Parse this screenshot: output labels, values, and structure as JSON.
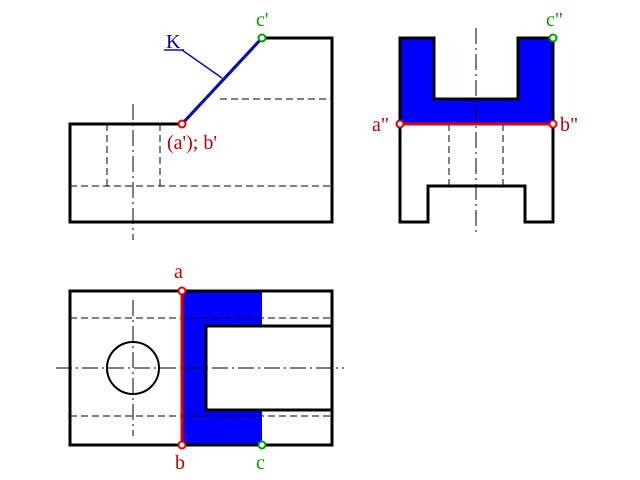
{
  "colors": {
    "section_fill": "#0000ff",
    "cut_line": "#e00000",
    "plane_line": "#0a10b0",
    "label_red": "#c00000",
    "label_green": "#00a000",
    "label_blue": "#000099",
    "outline": "#000000"
  },
  "labels": {
    "plane_k": "K",
    "front_c": "c'",
    "front_ab": "(a'); b'",
    "side_c": "c\"",
    "side_a": "a\"",
    "side_b": "b\"",
    "top_a": "a",
    "top_b": "b",
    "top_c": "c"
  }
}
